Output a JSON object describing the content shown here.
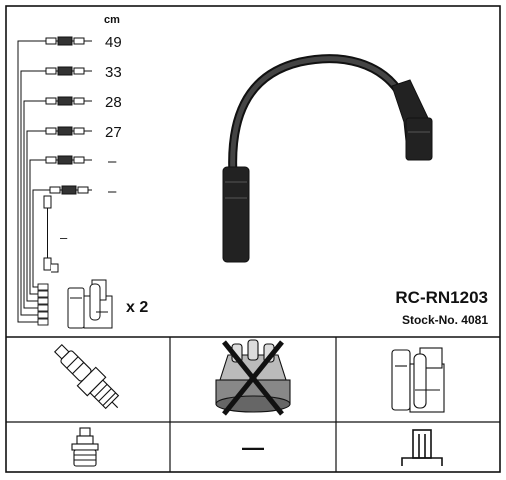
{
  "header": {
    "unit_label": "cm"
  },
  "leads": [
    {
      "length": "49"
    },
    {
      "length": "33"
    },
    {
      "length": "28"
    },
    {
      "length": "27"
    },
    {
      "length": "–"
    },
    {
      "length": "–"
    }
  ],
  "short_lead_length": "–",
  "coil_quantity": "x 2",
  "product": {
    "code": "RC-RN1203",
    "stock": "Stock-No. 4081"
  },
  "footer_dash": "—",
  "icons": {
    "spark_plug": "spark-plug-icon",
    "distributor_cap": "distributor-cap-crossed-icon",
    "ignition_coil": "ignition-coil-icon",
    "plug_connector": "plug-connector-icon",
    "coil_connector": "coil-connector-icon"
  },
  "colors": {
    "line": "#111111",
    "background": "#ffffff"
  }
}
